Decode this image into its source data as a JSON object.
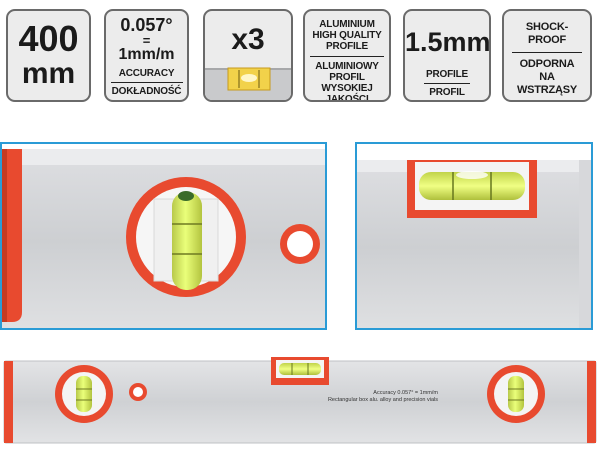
{
  "badges": [
    {
      "line1": "400",
      "line2": "mm"
    },
    {
      "top1": "0.057°",
      "eq": "=",
      "top2": "1mm/m",
      "en": "ACCURACY",
      "pl": "DOKŁADNOŚĆ"
    },
    {
      "value": "x3"
    },
    {
      "en": "ALUMINIUM HIGH QUALITY PROFILE",
      "pl": "ALUMINIOWY PROFIL WYSOKIEJ JAKOŚCI"
    },
    {
      "value": "1.5mm",
      "en": "PROFILE",
      "pl": "PROFIL"
    },
    {
      "en": "SHOCK-PROOF",
      "pl": "ODPORNA NA WSTRZĄSY"
    }
  ],
  "level_label": {
    "line1": "Accuracy 0.057° = 1mm/m",
    "line2": "Rectangular box alu. alloy and precision vials"
  },
  "colors": {
    "accent_red": "#e84a2f",
    "panel_border": "#2a9bd6",
    "vial_green": "#d8f25c"
  }
}
